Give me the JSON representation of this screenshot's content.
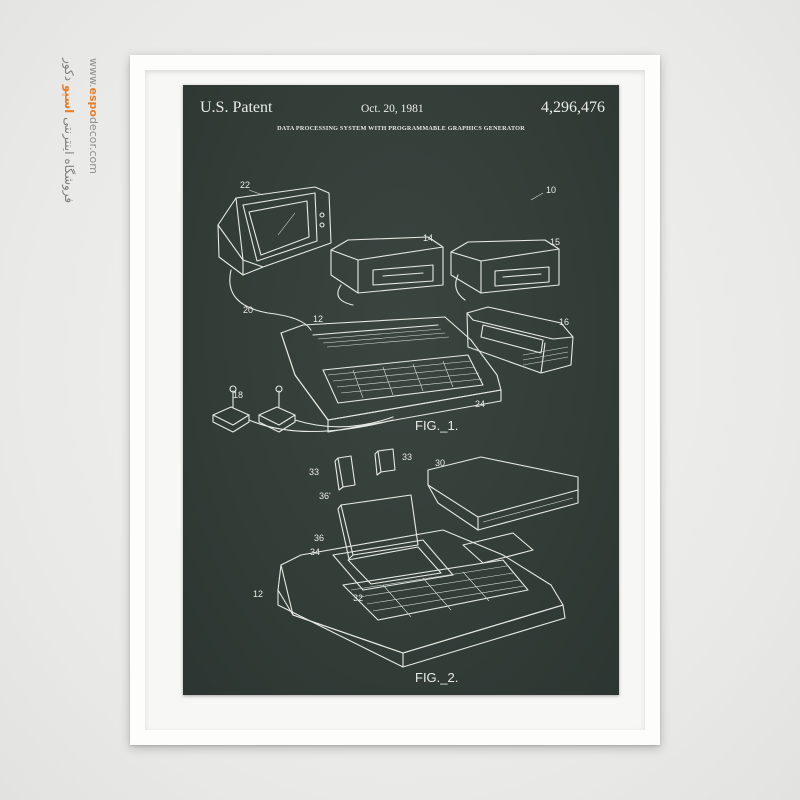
{
  "watermark": {
    "persian_text_before": "فروشگاه اینترنتی",
    "persian_accent": "اسپو",
    "persian_text_after": "دکور",
    "url_prefix": "www.",
    "url_accent": "espo",
    "url_suffix": "decor.com",
    "accent_color": "#e8802b"
  },
  "poster": {
    "header_left": "U.S. Patent",
    "header_date": "Oct. 20, 1981",
    "header_number": "4,296,476",
    "title": "DATA PROCESSING SYSTEM WITH PROGRAMMABLE GRAPHICS GENERATOR",
    "fig1_label": "FIG._1.",
    "fig2_label": "FIG._2.",
    "board_color": "#343e39",
    "line_color": "#e6e9e4",
    "refs": {
      "r22": "22",
      "r10": "10",
      "r14": "14",
      "r15": "15",
      "r20": "20",
      "r12a": "12",
      "r16": "16",
      "r18": "18",
      "r24": "24",
      "r33a": "33",
      "r33b": "33",
      "r30": "30",
      "r36p": "36'",
      "r36": "36",
      "r34": "34",
      "r12b": "12",
      "r32": "32"
    }
  }
}
